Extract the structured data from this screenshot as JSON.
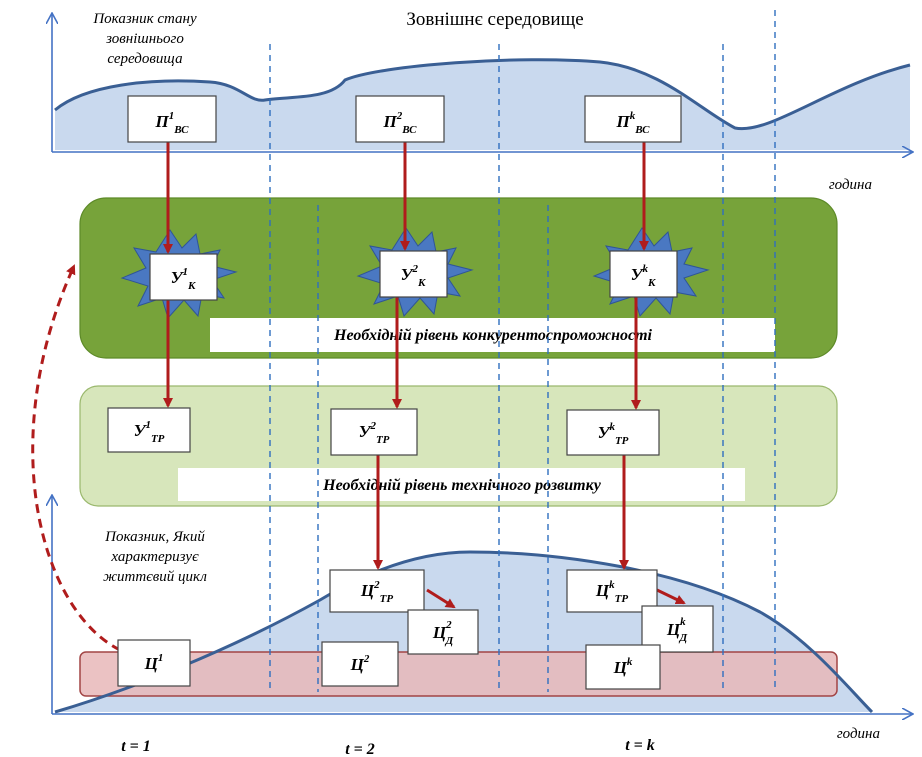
{
  "top_chart": {
    "y_label_lines": [
      "Показник стану",
      "зовнішнього",
      "середовища"
    ],
    "title": "Зовнішнє середовище",
    "x_label": "година",
    "nodes": [
      {
        "main": "П",
        "sup": "1",
        "sub": "ВС"
      },
      {
        "main": "П",
        "sup": "2",
        "sub": "ВС"
      },
      {
        "main": "П",
        "sup": "k",
        "sub": "ВС"
      }
    ]
  },
  "competitiveness_band": {
    "label": "Необхідній рівень конкурентоспроможності",
    "color": "#77a33a",
    "nodes": [
      {
        "main": "У",
        "sup": "1",
        "sub": "К"
      },
      {
        "main": "У",
        "sup": "2",
        "sub": "К"
      },
      {
        "main": "У",
        "sup": "k",
        "sub": "К"
      }
    ]
  },
  "technical_band": {
    "label": "Необхідній рівень технічного розвитку",
    "color": "#d7e6bb",
    "nodes": [
      {
        "main": "У",
        "sup": "1",
        "sub": "ТР"
      },
      {
        "main": "У",
        "sup": "2",
        "sub": "ТР"
      },
      {
        "main": "У",
        "sup": "k",
        "sub": "ТР"
      }
    ]
  },
  "bottom_chart": {
    "y_label_lines": [
      "Показник, Який",
      "характеризує",
      "життєвий цикл"
    ],
    "x_label": "година",
    "tr_nodes": [
      {
        "main": "Ц",
        "sup": "2",
        "sub": "ТР"
      },
      {
        "main": "Ц",
        "sup": "k",
        "sub": "ТР"
      }
    ],
    "d_nodes": [
      {
        "main": "Ц",
        "sup": "2",
        "sub": "Д"
      },
      {
        "main": "Ц",
        "sup": "k",
        "sub": "Д"
      }
    ],
    "base_nodes": [
      {
        "main": "Ц",
        "sup": "1"
      },
      {
        "main": "Ц",
        "sup": "2"
      },
      {
        "main": "Ц",
        "sup": "k"
      }
    ],
    "base_band_color": "#e8b7b9"
  },
  "time_labels": [
    "t = 1",
    "t = 2",
    "t = k"
  ],
  "colors": {
    "arrow": "#b01c1c",
    "axis": "#4472c4",
    "dashed_lines": "#2f6fbf",
    "curve_fill": "#c9d9ee",
    "curve_stroke": "#3a5f94",
    "star_fill": "#4a78c2"
  }
}
